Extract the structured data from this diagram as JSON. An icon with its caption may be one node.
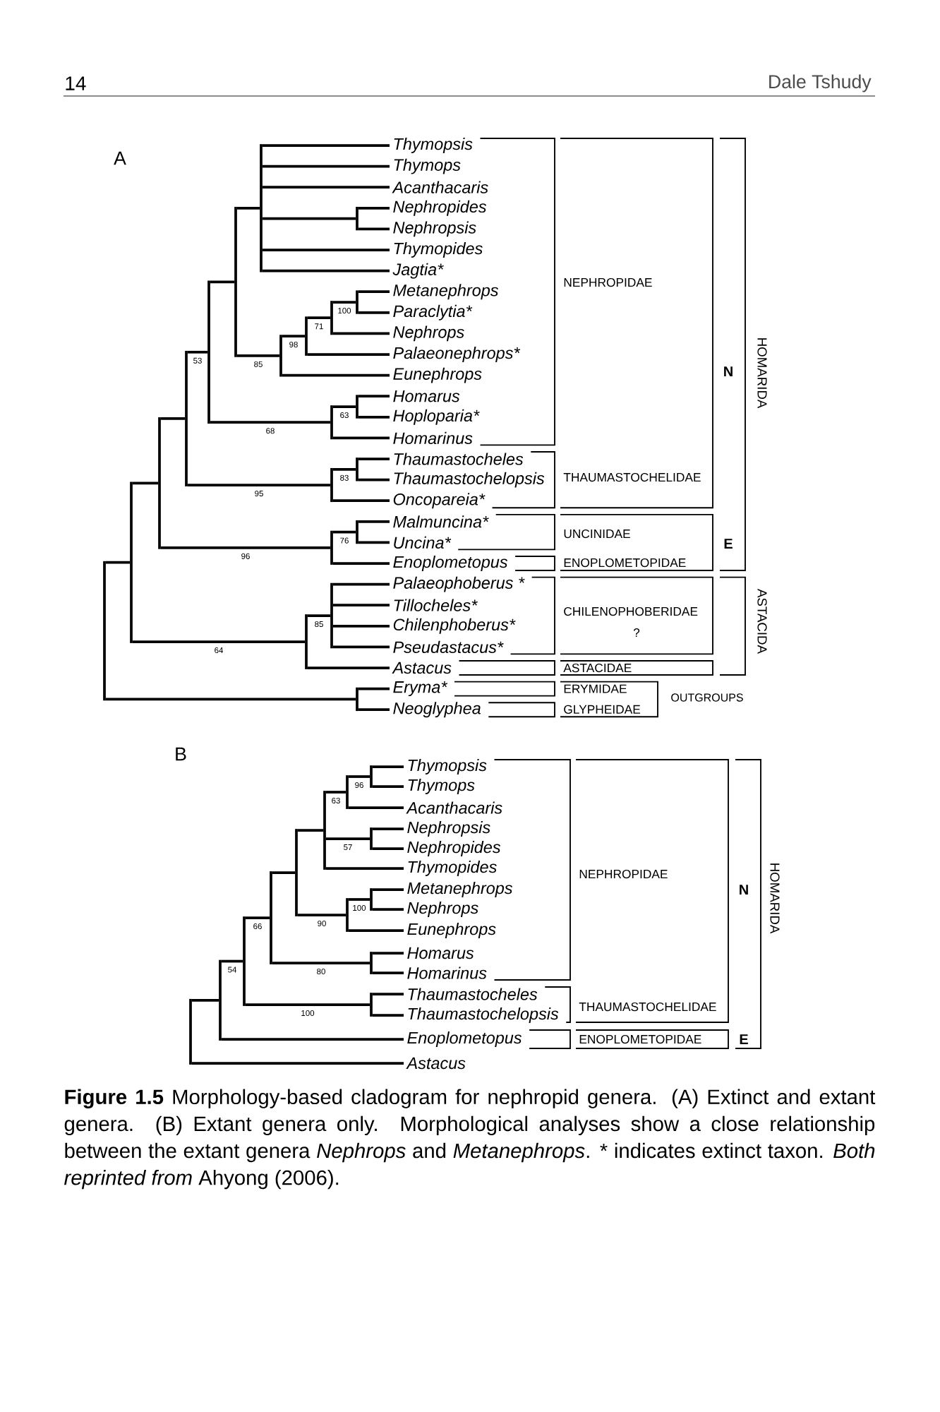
{
  "diagram": {
    "caption": "**Figure 1.5** Morphology-based cladogram for nephropid genera. (A) Extinct and extant genera. (B) Extant genera only. Morphological analyses show a close relationship between the extant genera *Nephrops* and *Metanephrops*. * indicates extinct taxon. *Both reprinted from* Ahyong (2006).",
    "nodes": [
      {
        "text": [
          "Thymopsis"
        ]
      },
      {
        "text": [
          "Thymops"
        ]
      },
      {
        "text": [
          "Acanthacaris"
        ]
      },
      {
        "text": [
          "Nephropides"
        ]
      },
      {
        "text": [
          "Nephropsis"
        ]
      },
      {
        "text": [
          "Thymopides"
        ]
      },
      {
        "text": [
          "Jagtia*"
        ]
      },
      {
        "text": [
          "Metanephrops"
        ]
      },
      {
        "text": [
          "Paraclytia*"
        ]
      },
      {
        "text": [
          "Nephrops"
        ]
      },
      {
        "text": [
          "Palaeonephrops*"
        ]
      },
      {
        "text": [
          "Eunephrops"
        ]
      },
      {
        "text": [
          "Homarus"
        ]
      },
      {
        "text": [
          "Hoploparia*"
        ]
      },
      {
        "text": [
          "Homarinus"
        ]
      },
      {
        "text": [
          "Thaumastocheles"
        ]
      },
      {
        "text": [
          "Thaumastochelopsis"
        ]
      },
      {
        "text": [
          "Oncopareia*"
        ]
      },
      {
        "text": [
          "Malmuncina*"
        ]
      },
      {
        "text": [
          "Uncina*"
        ]
      },
      {
        "text": [
          "Enoplometopus"
        ]
      },
      {
        "text": [
          "Palaeophoberus *"
        ]
      },
      {
        "text": [
          "Tillocheles*"
        ]
      },
      {
        "text": [
          "Chilenphoberus*"
        ]
      },
      {
        "text": [
          "Pseudastacus*"
        ]
      },
      {
        "text": [
          "Astacus"
        ]
      },
      {
        "text": [
          "Eryma*"
        ]
      },
      {
        "text": [
          "Neoglyphea"
        ]
      },
      {
        "text": [],
        "shape": "bar"
      },
      {
        "text": [],
        "shape": "bar"
      },
      {
        "text": [],
        "shape": "bar"
      },
      {
        "text": [],
        "shape": "bar"
      },
      {
        "text": [],
        "shape": "bar"
      },
      {
        "text": [],
        "shape": "bar"
      },
      {
        "text": [],
        "shape": "bar"
      },
      {
        "text": [],
        "shape": "bar"
      },
      {
        "text": [],
        "shape": "bar"
      },
      {
        "text": [],
        "shape": "bar"
      },
      {
        "text": [],
        "shape": "bar"
      },
      {
        "text": [],
        "shape": "bar"
      },
      {
        "text": [],
        "shape": "bar"
      },
      {
        "text": [],
        "shape": "bar"
      },
      {
        "text": [],
        "shape": "bar"
      },
      {
        "text": [],
        "shape": "bar"
      },
      {
        "text": [],
        "shape": "bar"
      },
      {
        "text": [],
        "shape": "bar"
      },
      {
        "text": [],
        "shape": "bar"
      },
      {
        "text": [],
        "shape": "bar"
      },
      {
        "text": [],
        "shape": "bar"
      },
      {
        "text": [
          "Thymopsis"
        ]
      },
      {
        "text": [
          "Thymops"
        ]
      },
      {
        "text": [
          "Acanthacaris"
        ]
      },
      {
        "text": [
          "Nephropsis"
        ]
      },
      {
        "text": [
          "Nephropides"
        ]
      },
      {
        "text": [
          "Thymopides"
        ]
      },
      {
        "text": [
          "Metanephrops"
        ]
      },
      {
        "text": [
          "Nephrops"
        ]
      },
      {
        "text": [
          "Eunephrops"
        ]
      },
      {
        "text": [
          "Homarus"
        ]
      },
      {
        "text": [
          "Homarinus"
        ]
      },
      {
        "text": [
          "Thaumastocheles"
        ]
      },
      {
        "text": [
          "Thaumastochelopsis"
        ]
      },
      {
        "text": [
          "Enoplometopus"
        ]
      },
      {
        "text": [
          "Astacus"
        ]
      },
      {
        "text": [],
        "shape": "bar"
      },
      {
        "text": [],
        "shape": "bar"
      },
      {
        "text": [],
        "shape": "bar"
      },
      {
        "text": [],
        "shape": "bar"
      },
      {
        "text": [],
        "shape": "bar"
      },
      {
        "text": [],
        "shape": "bar"
      },
      {
        "text": [],
        "shape": "bar"
      },
      {
        "text": [],
        "shape": "bar"
      },
      {
        "text": [],
        "shape": "bar"
      },
      {
        "text": [],
        "shape": "bar"
      },
      {
        "text": [],
        "shape": "bar"
      },
      {
        "text": [],
        "shape": "bar"
      },
      {
        "text": [],
        "shape": "bar"
      }
    ],
    "edges": [
      {
        "from": 28,
        "to": 29,
        "arrow": "none"
      },
      {
        "from": 28,
        "to": 48,
        "arrow": "none"
      },
      {
        "from": 29,
        "to": 30,
        "arrow": "none"
      },
      {
        "from": 29,
        "to": 37,
        "arrow": "none",
        "label": "64"
      },
      {
        "from": 30,
        "to": 31,
        "arrow": "none"
      },
      {
        "from": 30,
        "to": 41,
        "arrow": "none",
        "label": "96"
      },
      {
        "from": 31,
        "to": 32,
        "arrow": "none",
        "label": "53"
      },
      {
        "from": 31,
        "to": 40,
        "arrow": "none",
        "label": "95"
      },
      {
        "from": 32,
        "to": 33,
        "arrow": "none"
      },
      {
        "from": 32,
        "to": 39,
        "arrow": "none",
        "label": "68"
      },
      {
        "from": 33,
        "to": 34,
        "arrow": "none"
      },
      {
        "from": 33,
        "to": 35,
        "arrow": "none",
        "label": "85"
      },
      {
        "from": 34,
        "to": 0,
        "arrow": "none"
      },
      {
        "from": 34,
        "to": 1,
        "arrow": "none"
      },
      {
        "from": 34,
        "to": 2,
        "arrow": "none"
      },
      {
        "from": 34,
        "to": 43,
        "arrow": "none"
      },
      {
        "from": 34,
        "to": 5,
        "arrow": "none"
      },
      {
        "from": 34,
        "to": 6,
        "arrow": "none"
      },
      {
        "from": 35,
        "to": 36,
        "arrow": "none",
        "label": "98"
      },
      {
        "from": 35,
        "to": 11,
        "arrow": "none"
      },
      {
        "from": 36,
        "to": 38,
        "arrow": "none",
        "label": "71"
      },
      {
        "from": 36,
        "to": 10,
        "arrow": "none"
      },
      {
        "from": 37,
        "to": 42,
        "arrow": "none",
        "label": "85"
      },
      {
        "from": 37,
        "to": 25,
        "arrow": "none"
      },
      {
        "from": 38,
        "to": 44,
        "arrow": "none",
        "label": "100"
      },
      {
        "from": 38,
        "to": 9,
        "arrow": "none"
      },
      {
        "from": 39,
        "to": 45,
        "arrow": "none",
        "label": "63"
      },
      {
        "from": 39,
        "to": 14,
        "arrow": "none"
      },
      {
        "from": 40,
        "to": 46,
        "arrow": "none",
        "label": "83"
      },
      {
        "from": 40,
        "to": 17,
        "arrow": "none"
      },
      {
        "from": 41,
        "to": 47,
        "arrow": "none",
        "label": "76"
      },
      {
        "from": 41,
        "to": 20,
        "arrow": "none"
      },
      {
        "from": 42,
        "to": 21,
        "arrow": "none"
      },
      {
        "from": 42,
        "to": 22,
        "arrow": "none"
      },
      {
        "from": 42,
        "to": 23,
        "arrow": "none"
      },
      {
        "from": 42,
        "to": 24,
        "arrow": "none"
      },
      {
        "from": 43,
        "to": 3,
        "arrow": "none"
      },
      {
        "from": 43,
        "to": 4,
        "arrow": "none"
      },
      {
        "from": 44,
        "to": 7,
        "arrow": "none"
      },
      {
        "from": 44,
        "to": 8,
        "arrow": "none"
      },
      {
        "from": 45,
        "to": 12,
        "arrow": "none"
      },
      {
        "from": 45,
        "to": 13,
        "arrow": "none"
      },
      {
        "from": 46,
        "to": 15,
        "arrow": "none"
      },
      {
        "from": 46,
        "to": 16,
        "arrow": "none"
      },
      {
        "from": 47,
        "to": 18,
        "arrow": "none"
      },
      {
        "from": 47,
        "to": 19,
        "arrow": "none"
      },
      {
        "from": 48,
        "to": 26,
        "arrow": "none"
      },
      {
        "from": 48,
        "to": 27,
        "arrow": "none"
      },
      {
        "from": 64,
        "to": 65,
        "arrow": "none"
      },
      {
        "from": 64,
        "to": 63,
        "arrow": "none"
      },
      {
        "from": 65,
        "to": 66,
        "arrow": "none",
        "label": "54"
      },
      {
        "from": 65,
        "to": 62,
        "arrow": "none"
      },
      {
        "from": 66,
        "to": 67,
        "arrow": "none",
        "label": "66"
      },
      {
        "from": 66,
        "to": 76,
        "arrow": "none",
        "label": "100"
      },
      {
        "from": 67,
        "to": 68,
        "arrow": "none"
      },
      {
        "from": 67,
        "to": 75,
        "arrow": "none",
        "label": "80"
      },
      {
        "from": 68,
        "to": 69,
        "arrow": "none"
      },
      {
        "from": 68,
        "to": 71,
        "arrow": "none",
        "label": "90"
      },
      {
        "from": 69,
        "to": 70,
        "arrow": "none",
        "label": "63"
      },
      {
        "from": 69,
        "to": 73,
        "arrow": "none",
        "label": "57"
      },
      {
        "from": 69,
        "to": 54,
        "arrow": "none"
      },
      {
        "from": 70,
        "to": 72,
        "arrow": "none",
        "label": "96"
      },
      {
        "from": 70,
        "to": 51,
        "arrow": "none"
      },
      {
        "from": 71,
        "to": 74,
        "arrow": "none",
        "label": "100"
      },
      {
        "from": 71,
        "to": 57,
        "arrow": "none"
      },
      {
        "from": 72,
        "to": 49,
        "arrow": "none"
      },
      {
        "from": 72,
        "to": 50,
        "arrow": "none"
      },
      {
        "from": 73,
        "to": 52,
        "arrow": "none"
      },
      {
        "from": 73,
        "to": 53,
        "arrow": "none"
      },
      {
        "from": 74,
        "to": 55,
        "arrow": "none"
      },
      {
        "from": 74,
        "to": 56,
        "arrow": "none"
      },
      {
        "from": 75,
        "to": 58,
        "arrow": "none"
      },
      {
        "from": 75,
        "to": 59,
        "arrow": "none"
      },
      {
        "from": 76,
        "to": 60,
        "arrow": "none"
      },
      {
        "from": 76,
        "to": 61,
        "arrow": "none"
      }
    ],
    "labels": [
      "14",
      "Dale Tshudy",
      "A",
      "NEPHROPIDAE",
      "HOMARIDA",
      "N",
      "THAUMASTOCHELIDAE",
      "UNCINIDAE",
      "E",
      "ENOPLOMETOPIDAE",
      "ASTACIDA",
      "CHILENOPHOBERIDAE",
      "?",
      "ASTACIDAE",
      "ERYMIDAE",
      "OUTGROUPS",
      "GLYPHEIDAE",
      "B",
      "NEPHROPIDAE",
      "HOMARIDA",
      "N",
      "THAUMASTOCHELIDAE",
      "ENOPLOMETOPIDAE",
      "E"
    ]
  }
}
